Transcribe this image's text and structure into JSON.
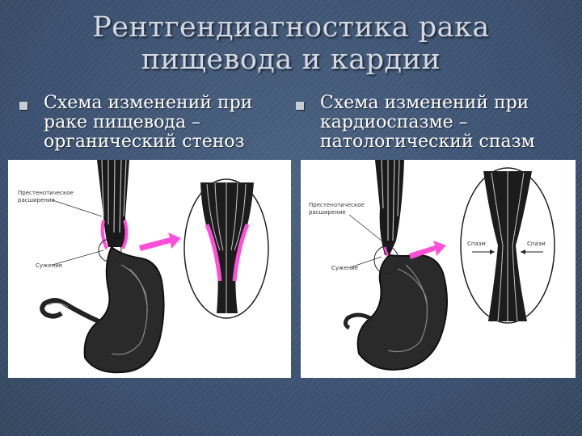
{
  "slide": {
    "title_line1": "Рентгендиагностика рака",
    "title_line2": "пищевода и кардии"
  },
  "left_bullet": {
    "line1": "Схема изменений  при",
    "line2": "раке пищевода –",
    "line3": "органический стеноз"
  },
  "right_bullet": {
    "line1": "Схема изменений при",
    "line2": "кардиоспазме –",
    "line3": "патологический спазм"
  },
  "left_figure": {
    "label_dilation_line1": "Престенотическое",
    "label_dilation_line2": "расширение",
    "label_narrowing": "Сужение"
  },
  "right_figure": {
    "label_dilation_line1": "Престенотическое",
    "label_dilation_line2": "расширение",
    "label_narrowing": "Сужение",
    "label_spasm_left": "Спазм",
    "label_spasm_right": "Спазм"
  },
  "colors": {
    "background": "#3f5676",
    "title_text": "#d4d9e2",
    "bullet_text": "#ffffff",
    "highlight_magenta": "#ff4fd8"
  },
  "icons": [
    "square-bullet-icon",
    "arrow-right-icon"
  ]
}
